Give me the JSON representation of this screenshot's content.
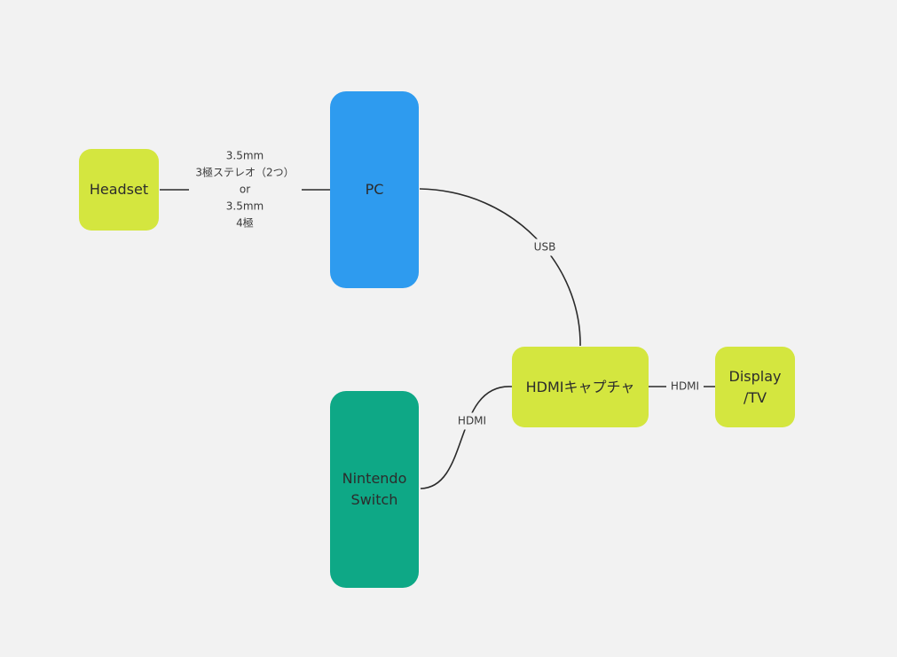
{
  "nodes": {
    "headset": "Headset",
    "pc": "PC",
    "switch": "Nintendo\nSwitch",
    "capture": "HDMIキャプチャ",
    "display": "Display\n/TV"
  },
  "edges": {
    "headset_pc": "3.5mm\n3極ステレオ（2つ）\nor\n3.5mm\n4極",
    "pc_capture": "USB",
    "switch_capture": "HDMI",
    "capture_display": "HDMI"
  },
  "colors": {
    "lime": "#d4e63f",
    "blue": "#2e9bef",
    "teal": "#0ea886",
    "line": "#2b2b2b",
    "background": "#f2f2f2"
  }
}
